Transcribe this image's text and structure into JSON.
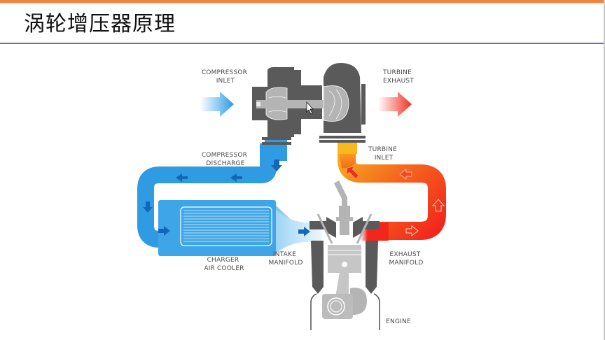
{
  "slide": {
    "title": "涡轮增压器原理",
    "accent_color": "#f0843e",
    "rule_color": "#6e6ea8"
  },
  "diagram": {
    "labels": {
      "compressor_inlet": [
        "COMPRESSOR",
        "INLET"
      ],
      "turbine_exhaust": [
        "TURBINE",
        "EXHAUST"
      ],
      "compressor_discharge": [
        "COMPRESSOR",
        "DISCHARGE"
      ],
      "turbine_inlet": [
        "TURBINE",
        "INLET"
      ],
      "charger_air_cooler": [
        "CHARGER",
        "AIR COOLER"
      ],
      "intake_manifold": [
        "INTAKE",
        "MANIFOLD"
      ],
      "exhaust_manifold": [
        "EXHAUST",
        "MANIFOLD"
      ],
      "engine": [
        "ENGINE"
      ]
    },
    "colors": {
      "cold_air": "#2f9be3",
      "cold_air_light": "#8fd0f5",
      "arrow_blue": "#1467b8",
      "hot_exhaust": "#f23a1e",
      "warm_exhaust": "#f7a21b",
      "metal_dark": "#5a5a5a",
      "metal_light": "#b4b4b4"
    }
  }
}
